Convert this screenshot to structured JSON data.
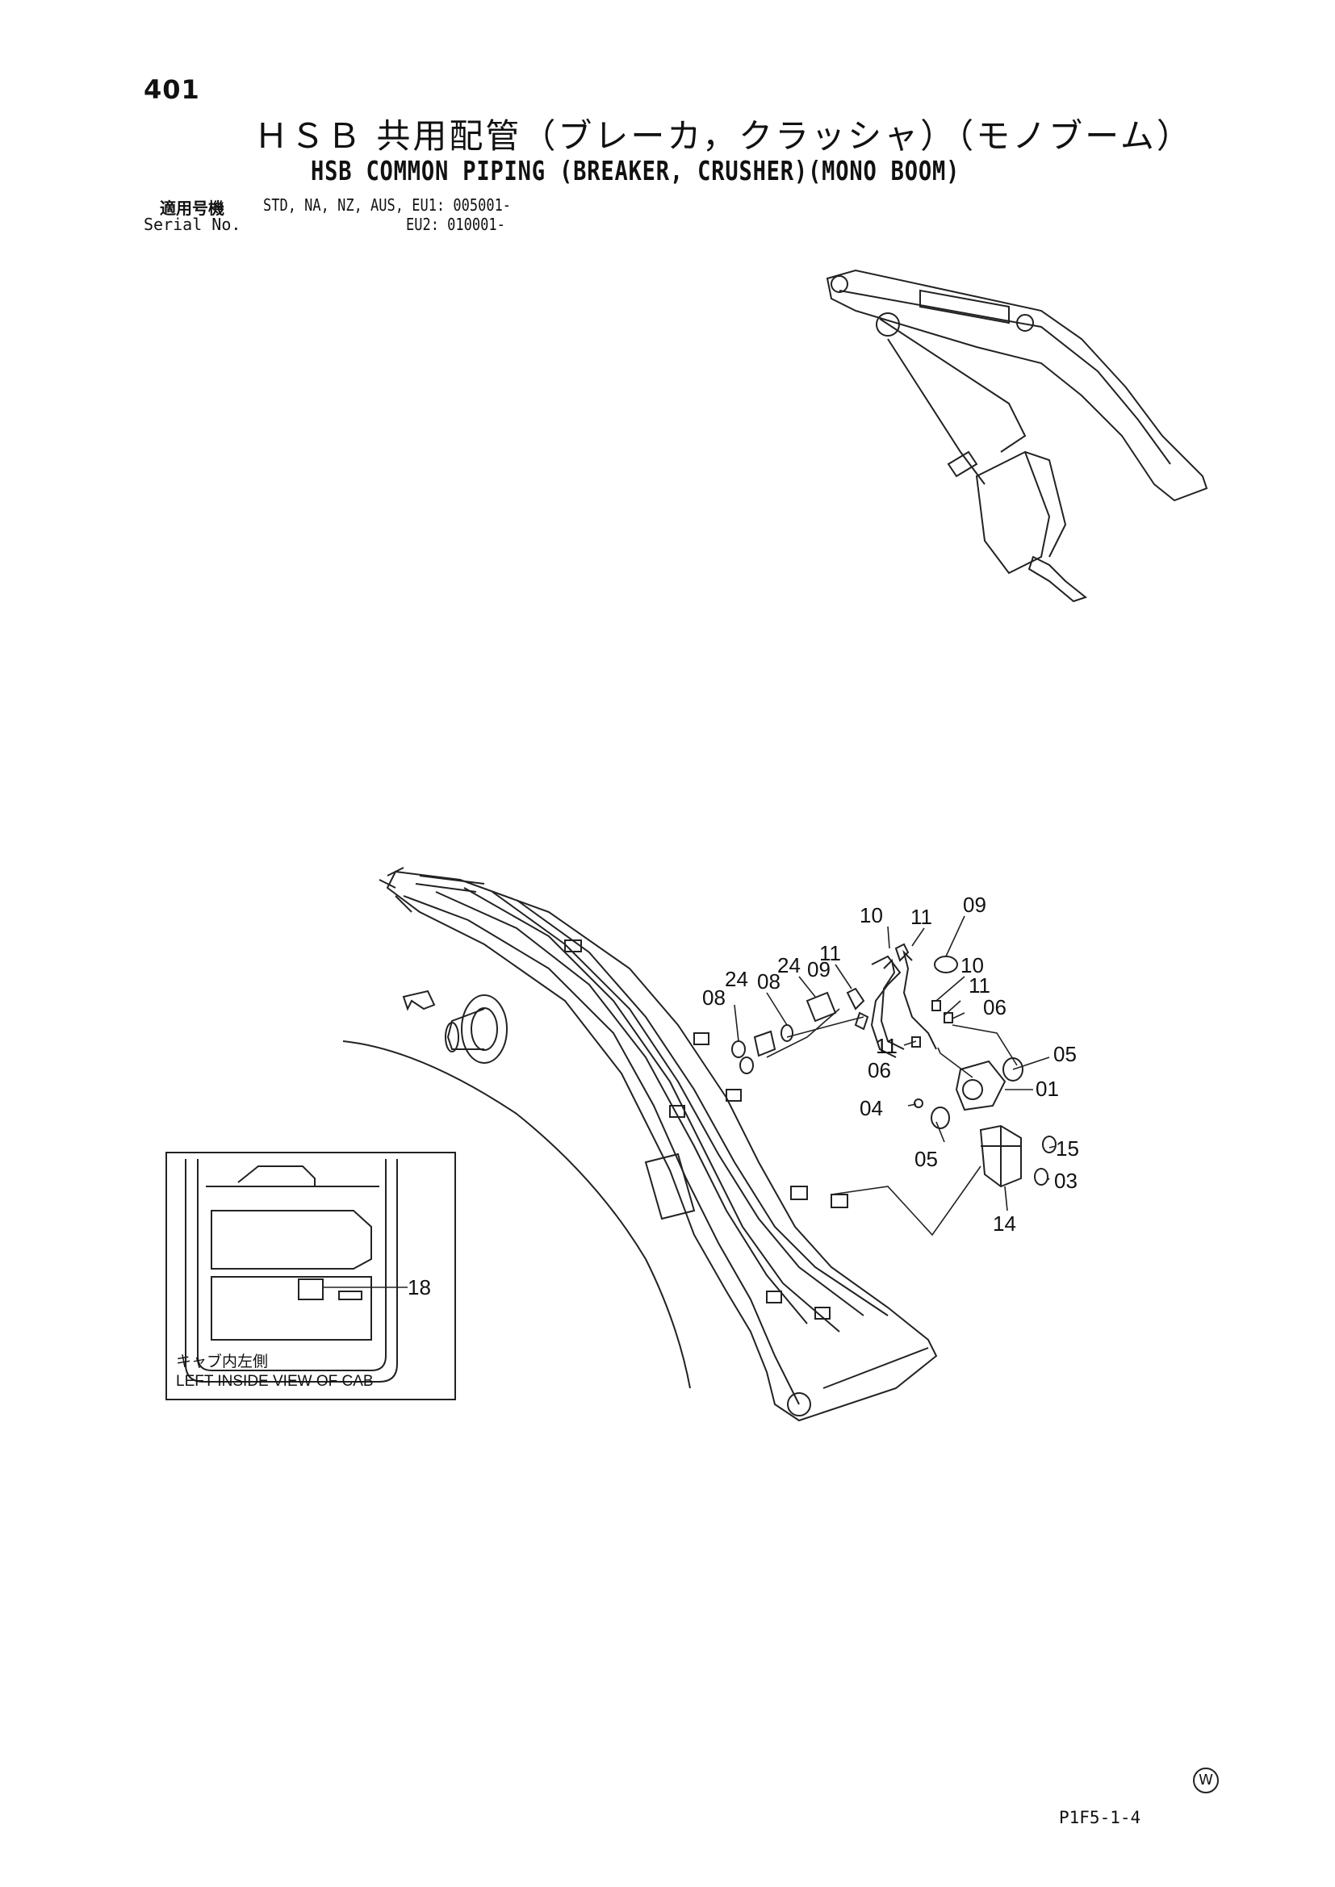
{
  "header": {
    "page_number": "401",
    "title_jp": "ＨＳＢ 共用配管（ブレーカ，クラッシャ）（モノブーム）",
    "title_en": "HSB COMMON PIPING (BREAKER, CRUSHER)(MONO BOOM)"
  },
  "serial": {
    "label_jp": "適用号機",
    "label_en": "Serial No.",
    "line1": "STD, NA, NZ, AUS, EU1: 005001-",
    "line2": "EU2: 010001-"
  },
  "callouts": [
    "10",
    "11",
    "09",
    "11",
    "24",
    "08",
    "24",
    "09",
    "08",
    "10",
    "11",
    "06",
    "11",
    "05",
    "06",
    "01",
    "04",
    "05",
    "15",
    "03",
    "14",
    "18"
  ],
  "inset": {
    "caption_jp": "キャブ内左側",
    "caption_en": "LEFT INSIDE VIEW OF CAB"
  },
  "footer": {
    "code": "P1F5-1-4",
    "mark": "W"
  }
}
